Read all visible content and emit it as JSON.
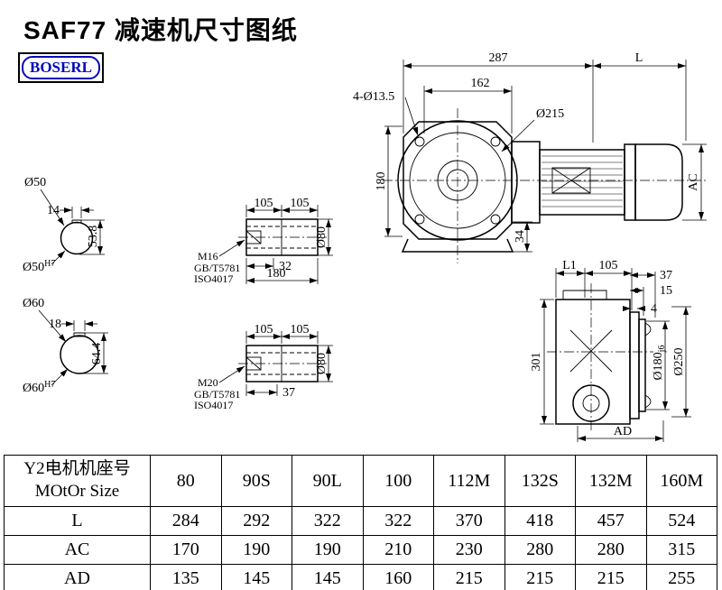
{
  "title": "SAF77 减速机尺寸图纸",
  "brand": "BOSERL",
  "front_view": {
    "dim_287": "287",
    "dim_l": "L",
    "dim_162": "162",
    "holes_label": "4-Ø13.5",
    "dia_215": "Ø215",
    "dim_180": "180",
    "dim_34": "34",
    "dim_ac": "AC"
  },
  "side_view": {
    "dim_l1": "L1",
    "dim_105": "105",
    "dim_37": "37",
    "dim_15": "15",
    "dim_4": "4",
    "dim_301": "301",
    "dia_180": "Ø180",
    "dia_180_tol": "j6",
    "dia_250": "Ø250",
    "dim_ad": "AD"
  },
  "bore_top": {
    "dia": "Ø50",
    "key_width": "14",
    "key_height": "53.8",
    "fit_dia": "Ø50",
    "fit_tol": "H7"
  },
  "bore_bottom": {
    "dia": "Ø60",
    "key_width": "18",
    "key_height": "64.4",
    "fit_dia": "Ø60",
    "fit_tol": "H7"
  },
  "sleeve_top": {
    "dim_105_left": "105",
    "dim_105_right": "105",
    "thread": "M16",
    "std_gb": "GB/T5781",
    "std_iso": "ISO4017",
    "dim_32": "32",
    "dim_180": "180",
    "dia_80": "Ø80"
  },
  "sleeve_bottom": {
    "dim_105_left": "105",
    "dim_105_right": "105",
    "thread": "M20",
    "std_gb": "GB/T5781",
    "std_iso": "ISO4017",
    "dim_37": "37",
    "dia_80": "Ø80"
  },
  "table": {
    "header_cn": "Y2电机机座号",
    "header_en": "MOtOr Size",
    "sizes": [
      "80",
      "90S",
      "90L",
      "100",
      "112M",
      "132S",
      "132M",
      "160M"
    ],
    "rows": [
      {
        "label": "L",
        "values": [
          "284",
          "292",
          "322",
          "322",
          "370",
          "418",
          "457",
          "524"
        ]
      },
      {
        "label": "AC",
        "values": [
          "170",
          "190",
          "190",
          "210",
          "230",
          "280",
          "280",
          "315"
        ]
      },
      {
        "label": "AD",
        "values": [
          "135",
          "145",
          "145",
          "160",
          "215",
          "215",
          "215",
          "255"
        ]
      }
    ]
  }
}
